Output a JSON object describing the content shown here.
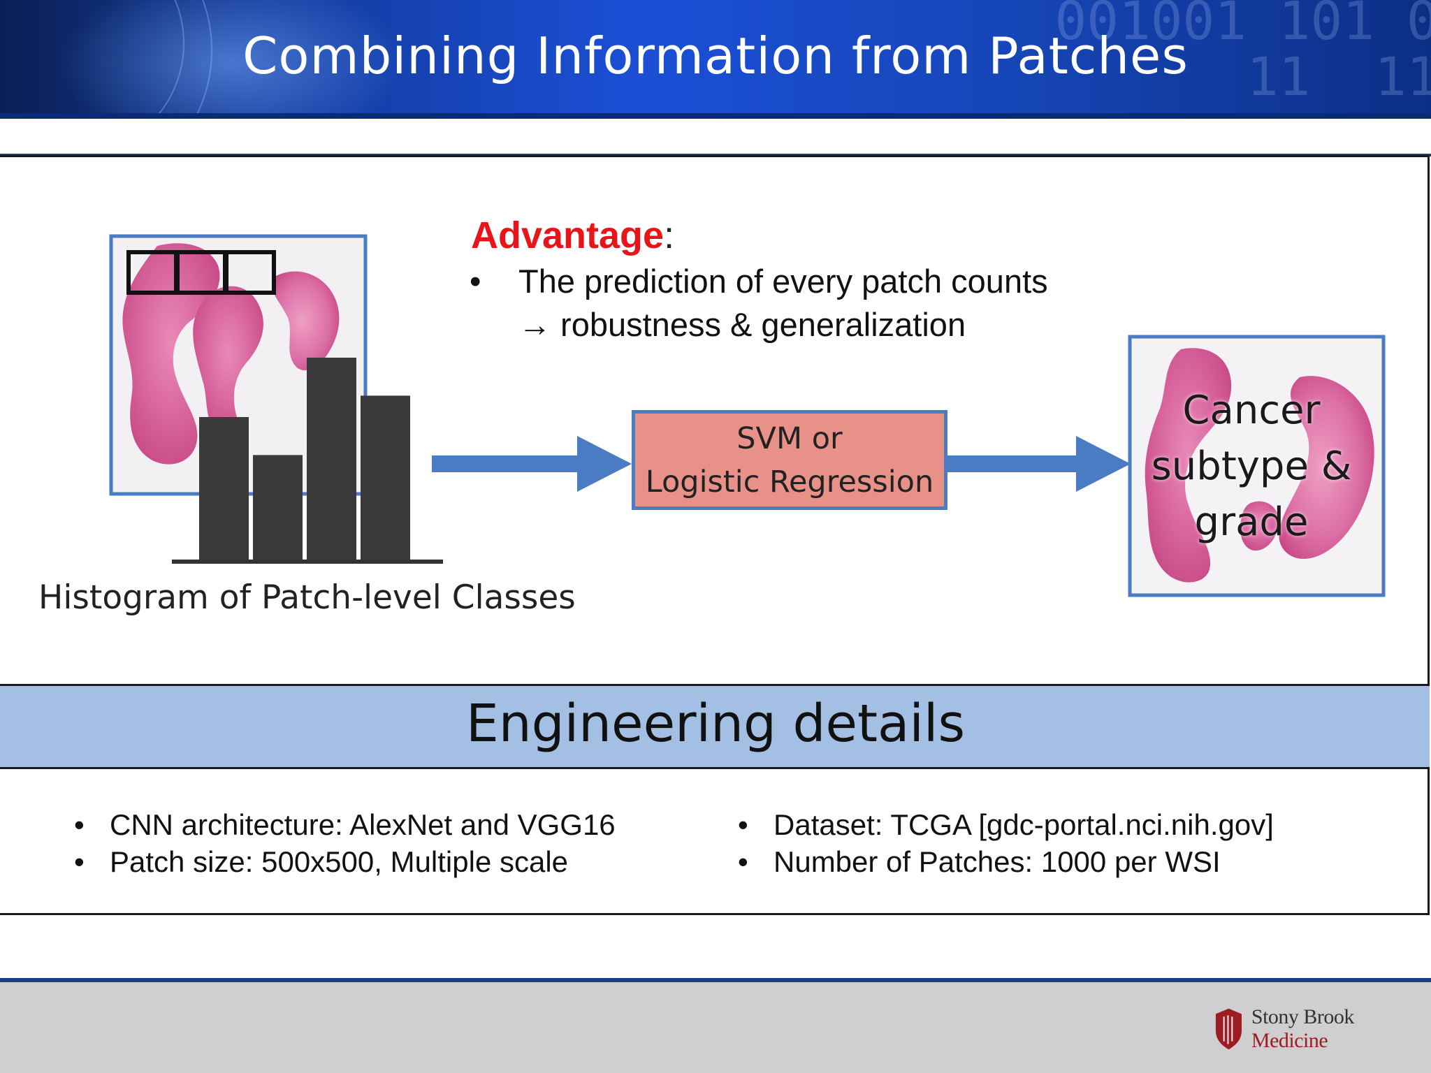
{
  "slide": {
    "title": "Combining Information from Patches"
  },
  "advantage": {
    "heading": "Advantage",
    "colon": ":",
    "bullet": "•",
    "lines": [
      "The prediction of every patch counts",
      "→ robustness & generalization"
    ]
  },
  "diagram": {
    "histogram_label": "Histogram of Patch-level Classes",
    "classifier_line1": "SVM or",
    "classifier_line2": "Logistic Regression",
    "result_line1": "Cancer",
    "result_line2": "subtype &",
    "result_line3": "grade",
    "histogram_bar_values": [
      0.6,
      0.44,
      0.85,
      0.69
    ]
  },
  "engineering": {
    "heading": "Engineering details",
    "bullet": "•",
    "left_items": [
      "CNN architecture: AlexNet and VGG16",
      "Patch size: 500x500, Multiple scale"
    ],
    "right_items": [
      "Dataset: TCGA [gdc-portal.nci.nih.gov]",
      "Number of Patches: 1000 per WSI"
    ]
  },
  "footer": {
    "logo_text_1": "Stony Brook",
    "logo_text_2": "Medicine"
  },
  "colors": {
    "accent_red": "#e8141a",
    "box_blue": "#4a7cc4",
    "classifier_fill": "#e89188",
    "band_blue": "#a3bfe3"
  }
}
